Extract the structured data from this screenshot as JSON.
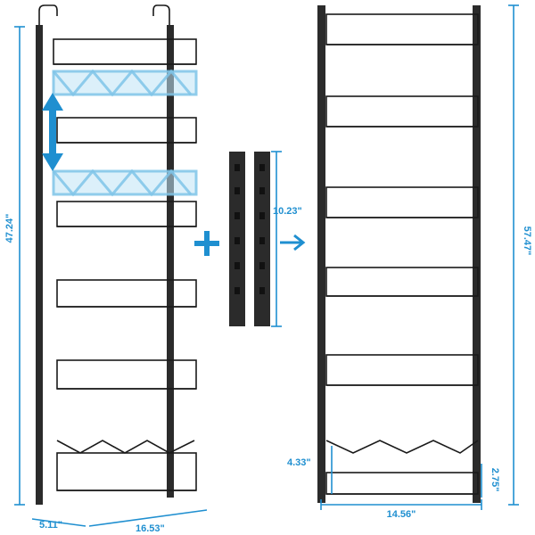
{
  "dimensions": {
    "left_height": "47.24\"",
    "left_depth": "5.11\"",
    "left_width": "16.53\"",
    "extension_length": "10.23\"",
    "right_height": "57.47\"",
    "right_width": "14.56\"",
    "bottom_basket_height": "4.33\"",
    "bottom_basket_depth": "2.75\""
  },
  "colors": {
    "dimension": "#1f8fd0",
    "rack": "#1a1a1a",
    "ghost": "#7fc4e8"
  },
  "icons": {
    "plus": "plus-icon",
    "arrow": "arrow-right-icon",
    "adjust": "double-arrow-vertical-icon"
  }
}
